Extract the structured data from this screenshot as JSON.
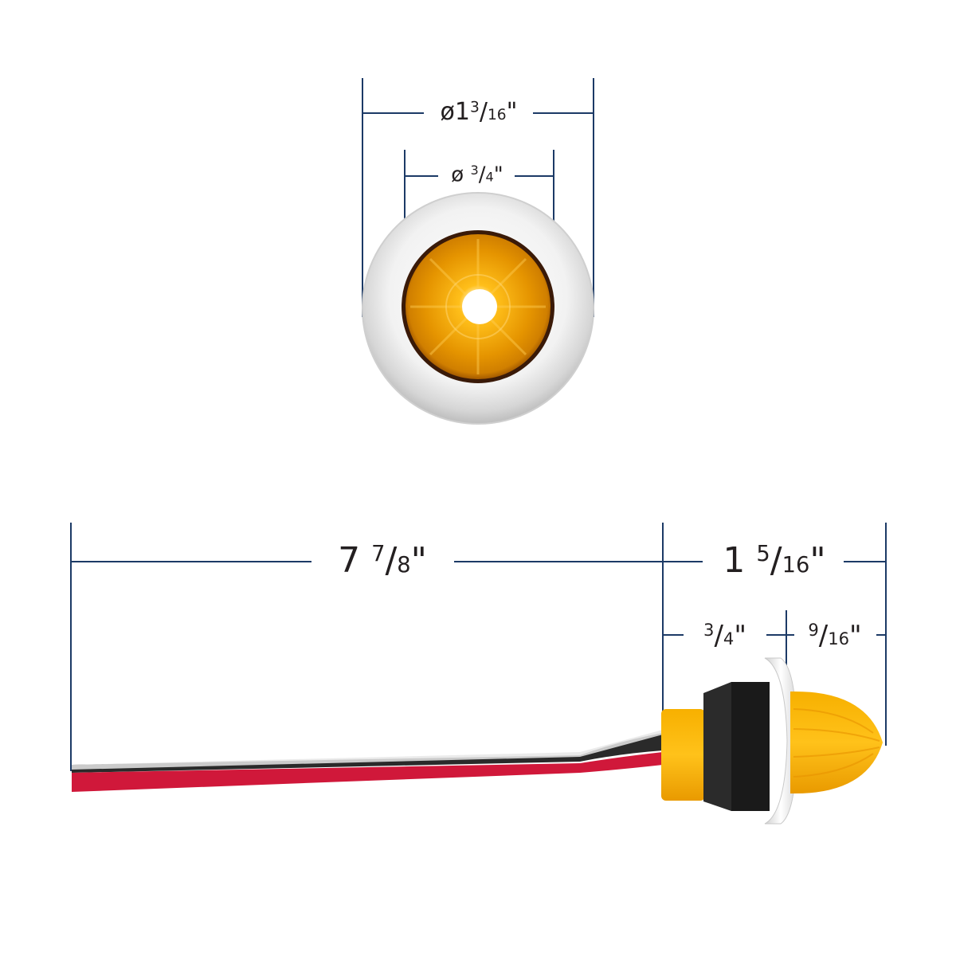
{
  "diagram": {
    "type": "product-dimension-drawing",
    "subject": "amber LED marker light with chrome bezel and wire leads",
    "colors": {
      "dimension_line": "#1c3a66",
      "label_text": "#231f20",
      "lens_amber": "#f5a300",
      "bezel_chrome": "#e6e6e6",
      "wire_red": "#d0183a",
      "wire_black": "#2a2a2a",
      "grommet": "#2b2b2b"
    },
    "front_view": {
      "outer_diameter": {
        "symbol": "ø",
        "whole": "1",
        "num": "3",
        "den": "16",
        "unit": "\""
      },
      "lens_diameter": {
        "symbol": "ø",
        "whole": "",
        "num": "3",
        "den": "4",
        "unit": "\""
      }
    },
    "side_view": {
      "wire_length": {
        "whole": "7",
        "num": "7",
        "den": "8",
        "unit": "\""
      },
      "overall_depth": {
        "whole": "1",
        "num": "5",
        "den": "16",
        "unit": "\""
      },
      "body_depth": {
        "whole": "",
        "num": "3",
        "den": "4",
        "unit": "\""
      },
      "lens_protrusion": {
        "whole": "",
        "num": "9",
        "den": "16",
        "unit": "\""
      }
    }
  }
}
